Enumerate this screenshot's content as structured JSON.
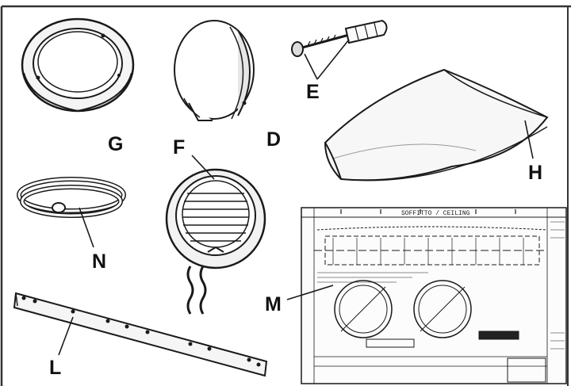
{
  "parts": {
    "G": {
      "letter": "G",
      "item": "ring-flange"
    },
    "D": {
      "letter": "D",
      "item": "open-band-ring"
    },
    "E": {
      "letter": "E",
      "item": "screw-and-wall-plug"
    },
    "H": {
      "letter": "H",
      "item": "curved-sheet"
    },
    "F": {
      "letter": "F",
      "item": "round-louvered-vent-grille"
    },
    "N": {
      "letter": "N",
      "item": "coiled-hose"
    },
    "L": {
      "letter": "L",
      "item": "perforated-bracket-bar"
    },
    "M": {
      "letter": "M",
      "item": "installation-template-sheet"
    }
  },
  "template_sheet": {
    "header_text": "SOFFITTO / CEILING"
  },
  "colors": {
    "line": "#1a1a1a",
    "frame": "#333333",
    "background": "#ffffff"
  }
}
